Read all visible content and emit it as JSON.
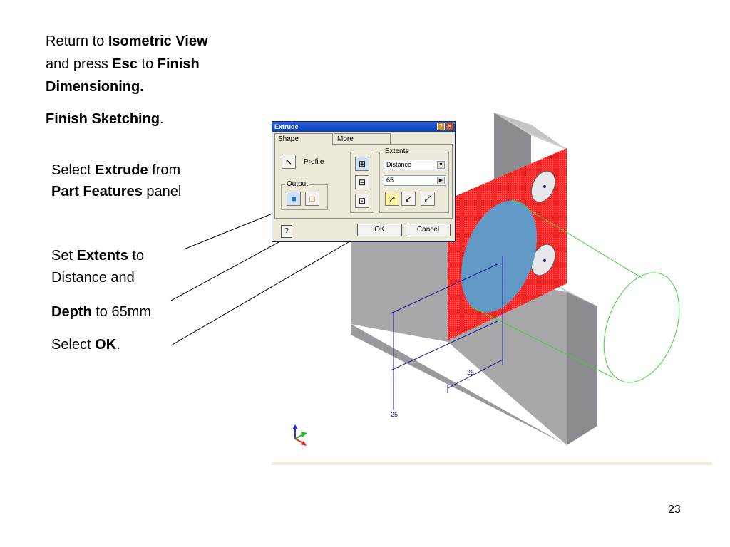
{
  "slide": {
    "page_number": "23",
    "instructions": {
      "p1_a": "Return to ",
      "p1_b": "Isometric View",
      "p1_c": "and press ",
      "p1_d": "Esc",
      "p1_e": " to ",
      "p1_f": "Finish",
      "p1_g": "Dimensioning.",
      "p2_a": "Finish Sketching",
      "p2_b": ".",
      "p3_a": "Select ",
      "p3_b": "Extrude",
      "p3_c": " from",
      "p3_d": "Part Features",
      "p3_e": " panel",
      "p4_a": "Set ",
      "p4_b": "Extents",
      "p4_c": " to",
      "p4_d": "Distance and",
      "p5_a": "Depth",
      "p5_b": " to 65mm",
      "p6_a": "Select ",
      "p6_b": "OK",
      "p6_c": "."
    }
  },
  "dialog": {
    "title": "Extrude",
    "help_icon": "question-icon",
    "close_icon": "close-icon",
    "tabs": [
      "Shape",
      "More"
    ],
    "profile_label": "Profile",
    "output_label": "Output",
    "extents_label": "Extents",
    "extents_value": "Distance",
    "distance_value": "65",
    "ok_label": "OK",
    "cancel_label": "Cancel",
    "help_button": "?"
  },
  "model": {
    "dim_horizontal": "25",
    "dim_vertical": "25"
  },
  "colors": {
    "face_red": "#ff2020",
    "hole_blue": "#5a9fd0",
    "grey_face": "#a8a8ab",
    "grey_side": "#8c8c90",
    "grey_top": "#c4c4c6",
    "preview_green": "#39d439",
    "dim_blue": "#1a1a90"
  }
}
